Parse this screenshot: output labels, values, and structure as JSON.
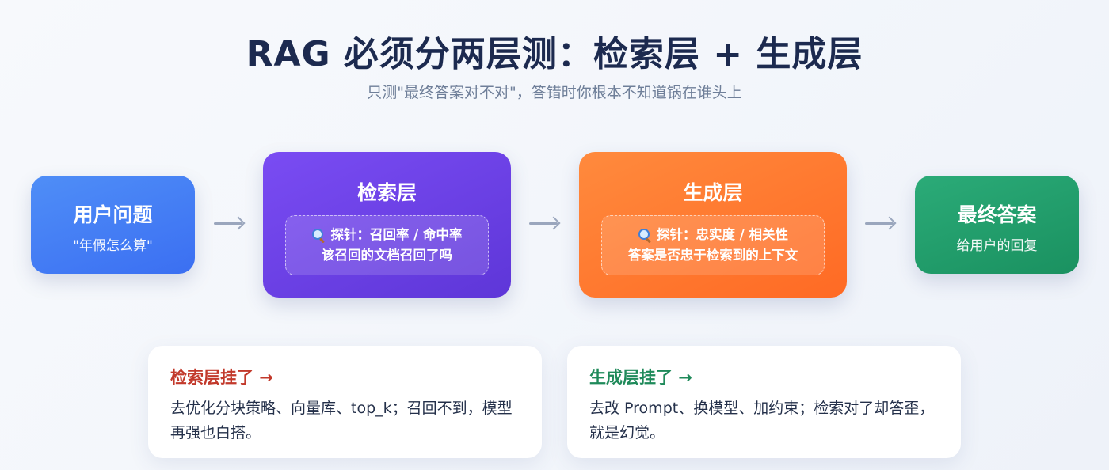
{
  "header": {
    "title": "RAG 必须分两层测：检索层 + 生成层",
    "subtitle": "只测\"最终答案对不对\"，答错时你根本不知道锅在谁头上"
  },
  "flow": {
    "user": {
      "title": "用户问题",
      "sub": "\"年假怎么算\""
    },
    "retrieval": {
      "title": "检索层",
      "probe_line1": "探针：召回率 / 命中率",
      "probe_line2": "该召回的文档召回了吗",
      "probe_icon": "magnifier-icon"
    },
    "generation": {
      "title": "生成层",
      "probe_line1": "探针：忠实度 / 相关性",
      "probe_line2": "答案是否忠于检索到的上下文",
      "probe_icon": "magnifier-icon"
    },
    "final": {
      "title": "最终答案",
      "sub": "给用户的回复"
    }
  },
  "cards": {
    "retrieval_fail": {
      "title": "检索层挂了 →",
      "body": "去优化分块策略、向量库、top_k；召回不到，模型再强也白搭。"
    },
    "generation_fail": {
      "title": "生成层挂了 →",
      "body": "去改 Prompt、换模型、加约束；检索对了却答歪，就是幻觉。"
    }
  },
  "colors": {
    "user": "#3b6ff2",
    "retrieval": "#6a3fe4",
    "generation": "#ff7a30",
    "final": "#1f9a68",
    "retrieval_fail_title": "#c2392b",
    "generation_fail_title": "#1f8a5a"
  }
}
